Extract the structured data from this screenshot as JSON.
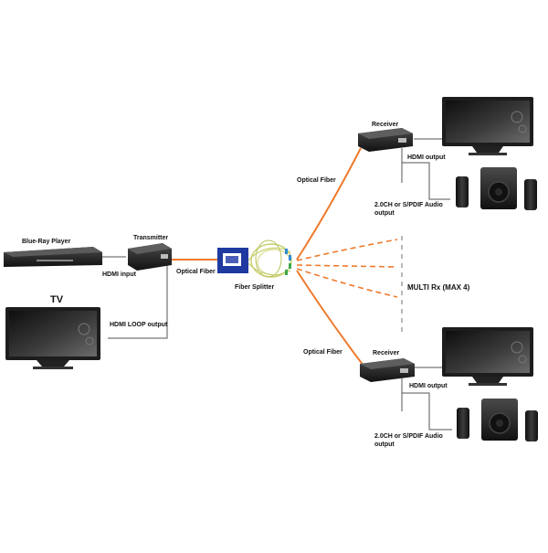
{
  "labels": {
    "blu_ray_player": "Blue-Ray Player",
    "transmitter": "Transmitter",
    "hdmi_input": "HDMI input",
    "optical_fiber_tx": "Optical Fiber",
    "tv": "TV",
    "hdmi_loop_output": "HDMI LOOP output",
    "fiber_splitter": "Fiber Splitter",
    "optical_fiber_top": "Optical Fiber",
    "optical_fiber_bottom": "Optical Fiber",
    "receiver_top": "Receiver",
    "receiver_bottom": "Receiver",
    "hdmi_output_top": "HDMI output",
    "hdmi_output_bottom": "HDMI output",
    "audio_output_top_line1": "2.0CH or S/PDIF Audio",
    "audio_output_top_line2": "output",
    "audio_output_bottom_line1": "2.0CH or S/PDIF Audio",
    "audio_output_bottom_line2": "output",
    "multi_rx": "MULTI Rx (MAX 4)"
  },
  "colors": {
    "fiber": "#ee7a2c",
    "cable": "#555555",
    "device": "#1b1b1b",
    "splitter_blue": "#1e3aa0",
    "fiber_bundle": "#c8cf6e"
  }
}
